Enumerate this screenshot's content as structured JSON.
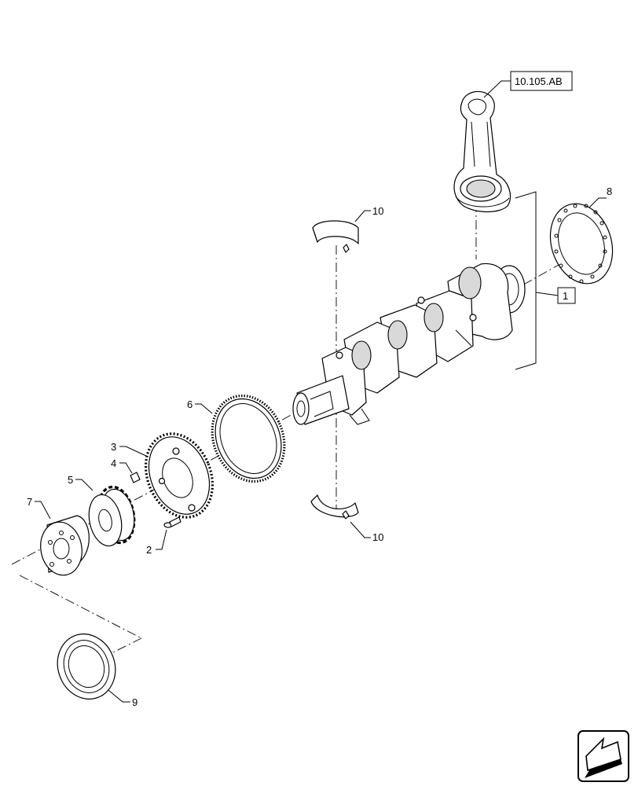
{
  "callouts": {
    "ref_10105ab": "10.105.AB",
    "item_1": "1",
    "item_2": "2",
    "item_3": "3",
    "item_4": "4",
    "item_5": "5",
    "item_6": "6",
    "item_7": "7",
    "item_8": "8",
    "item_9": "9",
    "item_10_upper": "10",
    "item_10_lower": "10"
  },
  "icons": {
    "navigation": "arrow-box-icon"
  }
}
